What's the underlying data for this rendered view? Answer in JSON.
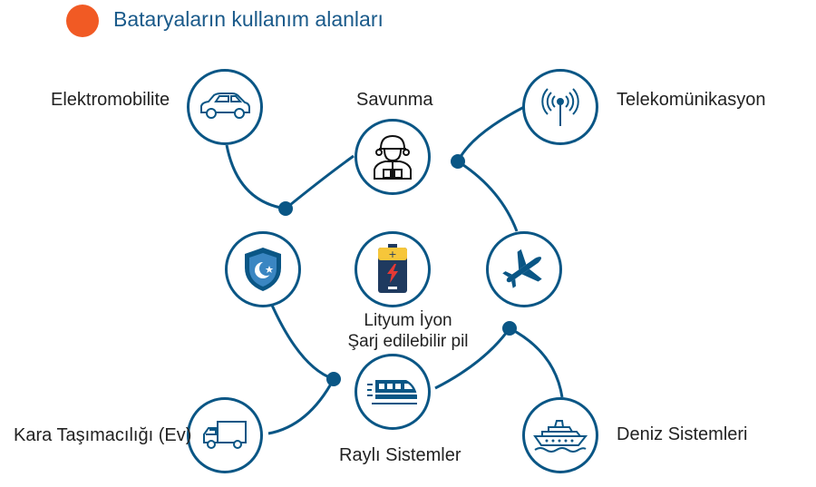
{
  "title": "Bataryaların kullanım alanları",
  "colors": {
    "accent_dot": "#f15a24",
    "title_text": "#1a5a8a",
    "ring": "#0a5685",
    "battery_top": "#f6c63a",
    "battery_body": "#1f3a5f"
  },
  "center": {
    "line1": "Lityum İyon",
    "line2": "Şarj edilebilir pil",
    "icon": "battery-icon"
  },
  "nodes": {
    "elektromobilite": {
      "label": "Elektromobilite",
      "icon": "car-icon"
    },
    "savunma": {
      "label": "Savunma",
      "icon": "soldier-icon"
    },
    "telekom": {
      "label": "Telekomünikasyon",
      "icon": "antenna-icon"
    },
    "shield": {
      "icon": "shield-icon"
    },
    "air": {
      "icon": "airplane-icon"
    },
    "rail": {
      "label": "Raylı Sistemler",
      "icon": "train-icon"
    },
    "road": {
      "label": "Kara Taşımacılığı (Ev)",
      "icon": "truck-icon"
    },
    "sea": {
      "label": "Deniz Sistemleri",
      "icon": "ship-icon"
    }
  }
}
